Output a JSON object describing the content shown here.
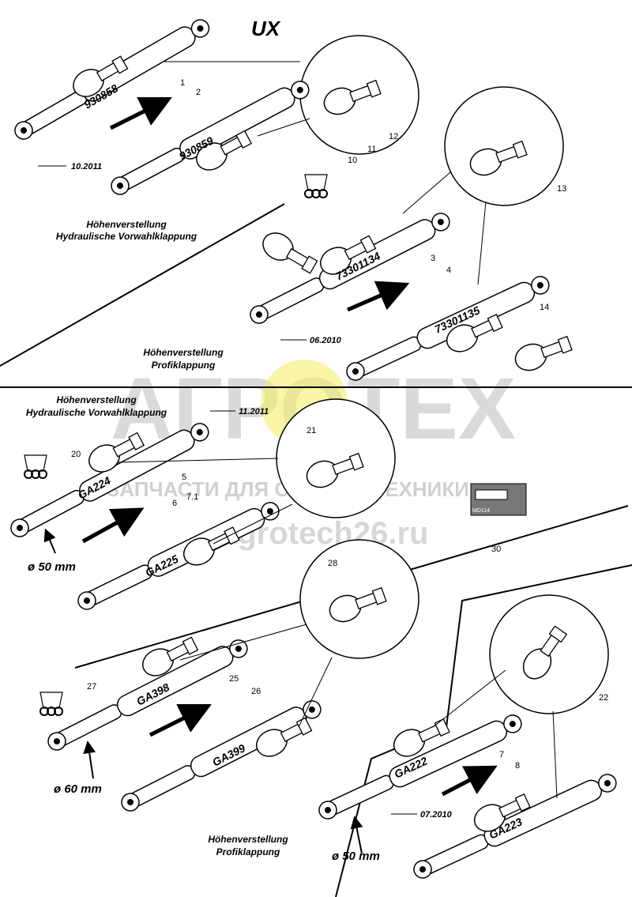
{
  "title": "UX",
  "sections": {
    "top_left_caption": [
      "Höhenverstellung",
      "Hydraulische Vorwahlklappung"
    ],
    "top_right_caption": [
      "Höhenverstellung",
      "Profiklappung"
    ],
    "mid_caption": [
      "Höhenverstellung",
      "Hydraulische Vorwahlklappung"
    ],
    "bottom_caption": [
      "Höhenverstellung",
      "Profiklappung"
    ]
  },
  "dates": {
    "d1": "10.2011",
    "d2": "06.2010",
    "d3": "11.2011",
    "d4": "07.2010"
  },
  "part_labels": {
    "c1": "930858",
    "c2": "930859",
    "c3": "73301134",
    "c4": "73301135",
    "c5": "GA224",
    "c6": "GA225",
    "c25": "GA398",
    "c26": "GA399",
    "c7": "GA222",
    "c8": "GA223"
  },
  "callouts": [
    "1",
    "2",
    "3",
    "4",
    "5",
    "6",
    "7",
    "7.1",
    "8",
    "10",
    "11",
    "12",
    "13",
    "14",
    "20",
    "21",
    "22",
    "25",
    "26",
    "27",
    "28",
    "30"
  ],
  "diameters": {
    "d50a": "ø 50 mm",
    "d60": "ø 60 mm",
    "d50b": "ø 50 mm"
  },
  "sticker": "MD114",
  "watermark": {
    "brand": "АГРОТЕХ",
    "tagline": "ЗАПЧАСТИ ДЛЯ СЕЛЬХОЗТЕХНИКИ",
    "url": "agrotech26.ru"
  }
}
